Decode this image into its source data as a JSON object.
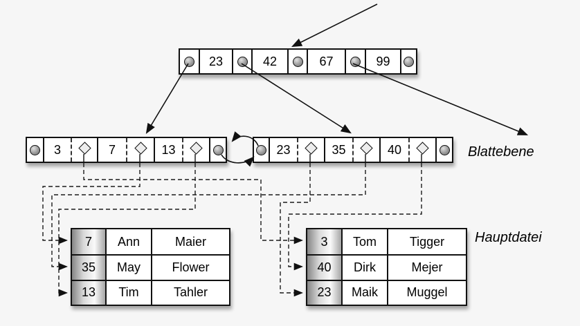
{
  "colors": {
    "background": "#f6f6f6",
    "stroke": "#111111",
    "node_fill": "#ffffff",
    "key_column_gradient": [
      "#858585",
      "#fafafa",
      "#a6a6a6"
    ]
  },
  "icons": {
    "node_pointer": "filled-circle",
    "record_pointer": "diamond-with-stem",
    "leaf_link": "curved-double-arrow"
  },
  "root_node": {
    "keys": [
      "23",
      "42",
      "67",
      "99"
    ]
  },
  "leaf_level": {
    "label": "Blattebene",
    "left_leaf": {
      "keys": [
        "3",
        "7",
        "13"
      ]
    },
    "right_leaf": {
      "keys": [
        "23",
        "35",
        "40"
      ]
    }
  },
  "main_file": {
    "label": "Hauptdatei",
    "left_table": {
      "rows": [
        [
          "7",
          "Ann",
          "Maier"
        ],
        [
          "35",
          "May",
          "Flower"
        ],
        [
          "13",
          "Tim",
          "Tahler"
        ]
      ]
    },
    "right_table": {
      "rows": [
        [
          "3",
          "Tom",
          "Tigger"
        ],
        [
          "40",
          "Dirk",
          "Mejer"
        ],
        [
          "23",
          "Maik",
          "Muggel"
        ]
      ]
    }
  }
}
